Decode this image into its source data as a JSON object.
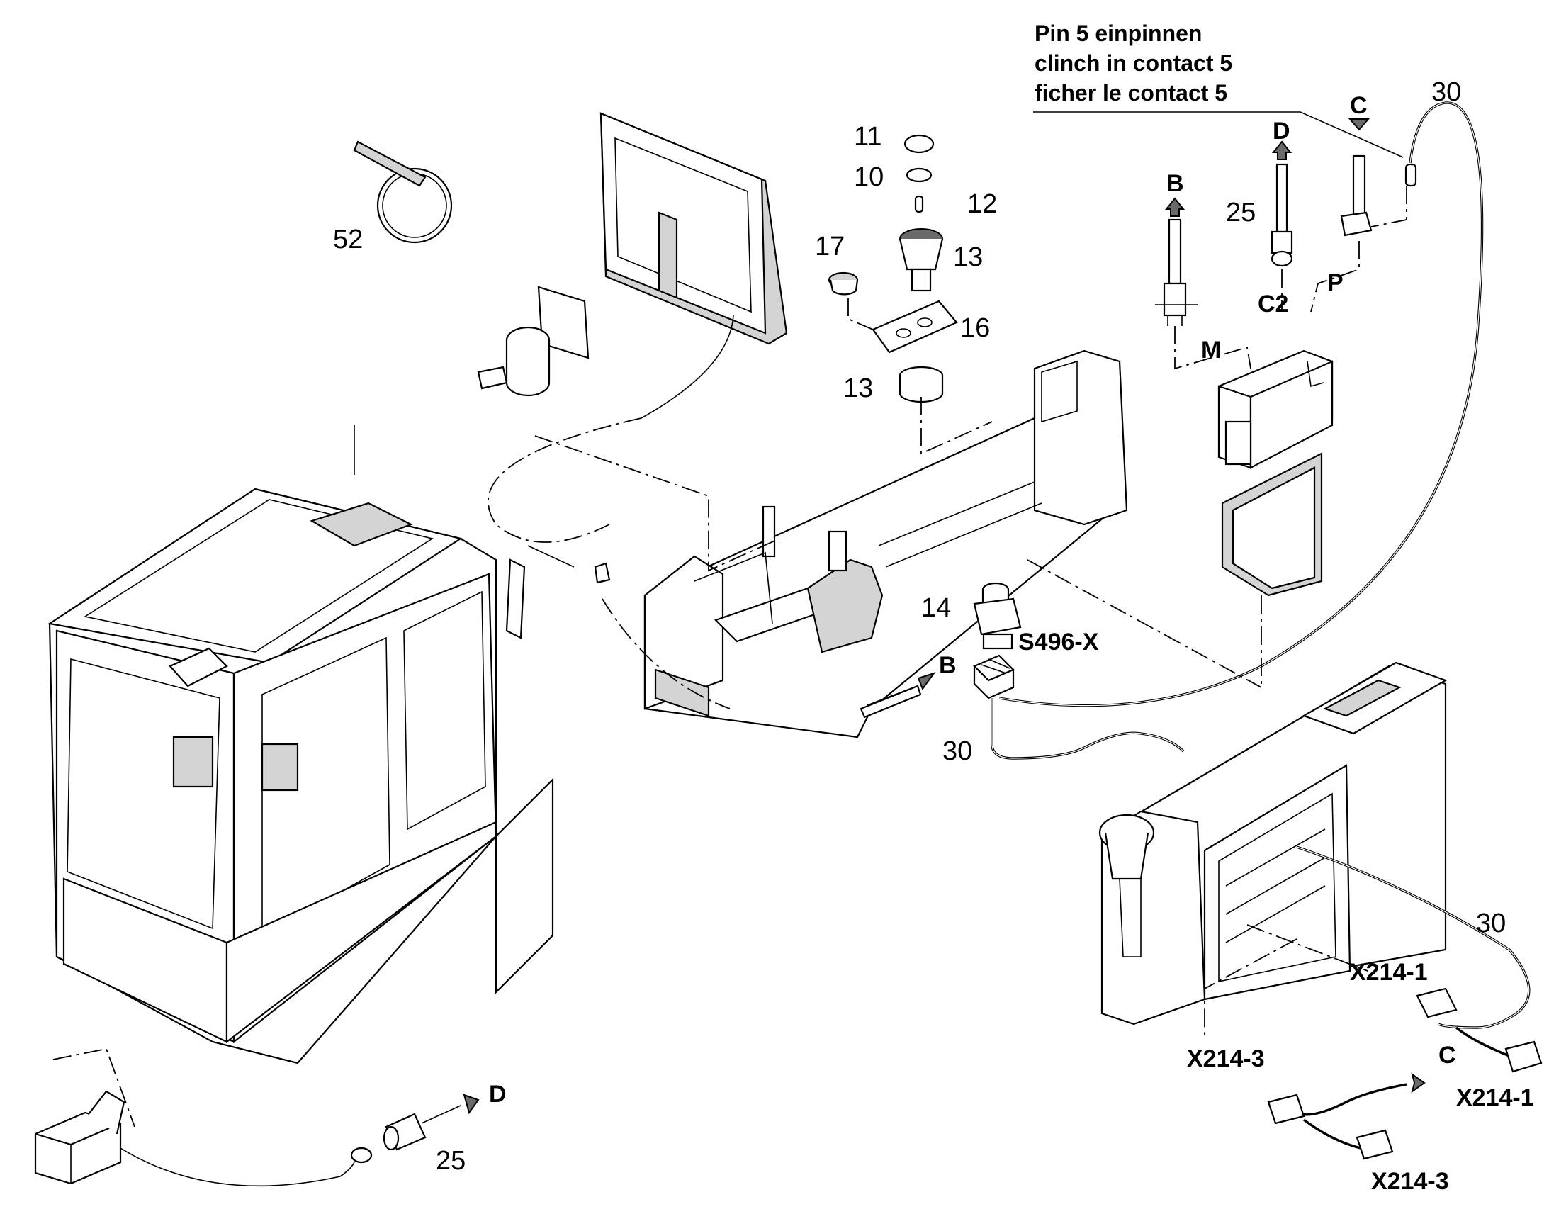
{
  "note": {
    "line1": "Pin 5 einpinnen",
    "line2": "clinch in contact 5",
    "line3": "ficher le contact 5"
  },
  "callouts": {
    "p52": "52",
    "p11": "11",
    "p10": "10",
    "p12": "12",
    "p17": "17",
    "p13a": "13",
    "p16": "16",
    "p13b": "13",
    "p14": "14",
    "p25a": "25",
    "p25b": "25",
    "p30a": "30",
    "p30b": "30",
    "p30c": "30"
  },
  "connectors": {
    "s496x": "S496-X",
    "x2141a": "X214-1",
    "x2141b": "X214-1",
    "x2143a": "X214-3",
    "x2143b": "X214-3",
    "c2": "C2"
  },
  "letters": {
    "c_top": "C",
    "d_top": "D",
    "b_top": "B",
    "m": "M",
    "p": "P",
    "b_mid": "B",
    "d_bottom": "D",
    "c_bottom": "C"
  }
}
